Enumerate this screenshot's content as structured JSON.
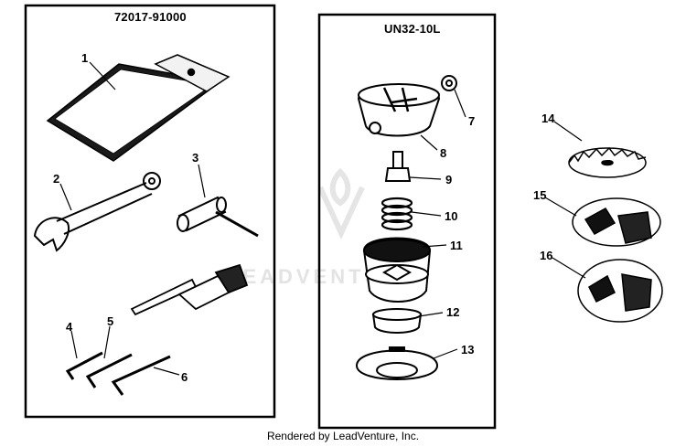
{
  "kits": [
    {
      "id": "72017-91000"
    },
    {
      "id": "UN32-10L"
    }
  ],
  "callouts": [
    "1",
    "2",
    "3",
    "4",
    "5",
    "6",
    "7",
    "8",
    "9",
    "10",
    "11",
    "12",
    "13",
    "14",
    "15",
    "16"
  ],
  "watermark": "LEADVENTURE",
  "footer": "Rendered by LeadVenture, Inc."
}
